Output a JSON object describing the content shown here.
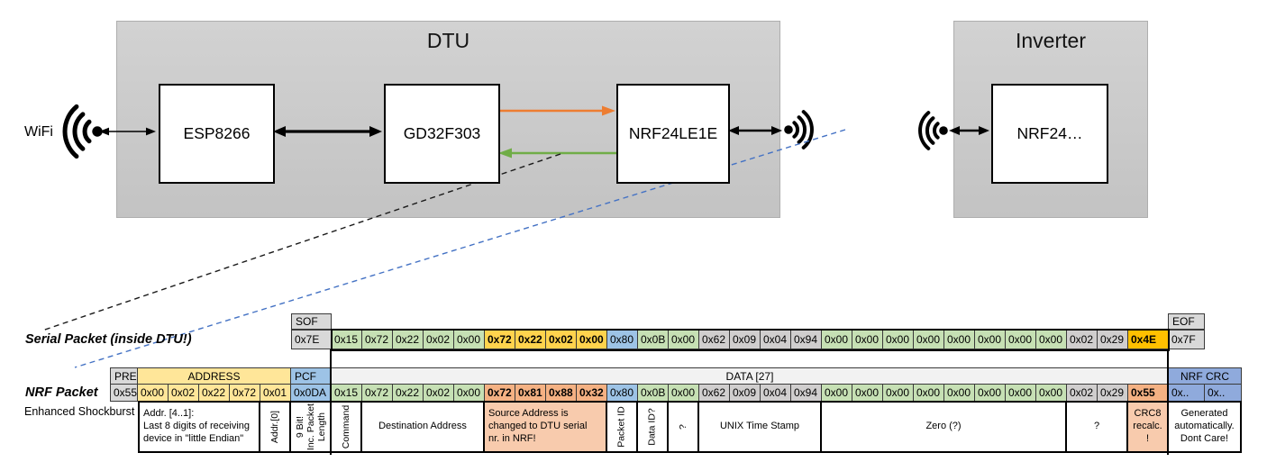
{
  "diagram": {
    "wifi_label": "WiFi",
    "dtu": {
      "title": "DTU",
      "components": [
        "ESP8266",
        "GD32F303",
        "NRF24LE1E"
      ]
    },
    "inverter": {
      "title": "Inverter",
      "components": [
        "NRF24…"
      ]
    },
    "colors": {
      "orange_arrow": "#ED7D31",
      "green_arrow": "#70AD47",
      "blue_dashed": "#4472C4"
    }
  },
  "serial_packet": {
    "label": "Serial Packet (inside DTU!)",
    "sof": {
      "header": "SOF",
      "value": "0x7E"
    },
    "eof": {
      "header": "EOF",
      "value": "0x7F"
    },
    "data": [
      {
        "v": "0x15",
        "c": "green"
      },
      {
        "v": "0x72",
        "c": "green"
      },
      {
        "v": "0x22",
        "c": "green"
      },
      {
        "v": "0x02",
        "c": "green"
      },
      {
        "v": "0x00",
        "c": "green"
      },
      {
        "v": "0x72",
        "c": "gold"
      },
      {
        "v": "0x22",
        "c": "gold"
      },
      {
        "v": "0x02",
        "c": "gold"
      },
      {
        "v": "0x00",
        "c": "gold"
      },
      {
        "v": "0x80",
        "c": "blue"
      },
      {
        "v": "0x0B",
        "c": "green"
      },
      {
        "v": "0x00",
        "c": "green"
      },
      {
        "v": "0x62",
        "c": "gray"
      },
      {
        "v": "0x09",
        "c": "gray"
      },
      {
        "v": "0x04",
        "c": "gray"
      },
      {
        "v": "0x94",
        "c": "gray"
      },
      {
        "v": "0x00",
        "c": "green"
      },
      {
        "v": "0x00",
        "c": "green"
      },
      {
        "v": "0x00",
        "c": "green"
      },
      {
        "v": "0x00",
        "c": "green"
      },
      {
        "v": "0x00",
        "c": "green"
      },
      {
        "v": "0x00",
        "c": "green"
      },
      {
        "v": "0x00",
        "c": "green"
      },
      {
        "v": "0x00",
        "c": "green"
      },
      {
        "v": "0x02",
        "c": "gray"
      },
      {
        "v": "0x29",
        "c": "gray"
      },
      {
        "v": "0x4E",
        "c": "orange"
      }
    ]
  },
  "nrf_packet": {
    "label": "NRF Packet",
    "sublabel": "Enhanced Shockburst",
    "pre": {
      "header": "PRE",
      "value": "0x55"
    },
    "address": {
      "header": "ADDRESS",
      "values": [
        "0x00",
        "0x02",
        "0x22",
        "0x72",
        "0x01"
      ]
    },
    "pcf": {
      "header": "PCF",
      "value": "0x0DA"
    },
    "data_header": "DATA [27]",
    "crc": {
      "header": "NRF CRC",
      "values": [
        "0x..",
        "0x.."
      ]
    },
    "data": [
      {
        "v": "0x15",
        "c": "green"
      },
      {
        "v": "0x72",
        "c": "green"
      },
      {
        "v": "0x22",
        "c": "green"
      },
      {
        "v": "0x02",
        "c": "green"
      },
      {
        "v": "0x00",
        "c": "green"
      },
      {
        "v": "0x72",
        "c": "salmon"
      },
      {
        "v": "0x81",
        "c": "salmon"
      },
      {
        "v": "0x88",
        "c": "salmon"
      },
      {
        "v": "0x32",
        "c": "salmon"
      },
      {
        "v": "0x80",
        "c": "blue"
      },
      {
        "v": "0x0B",
        "c": "green"
      },
      {
        "v": "0x00",
        "c": "green"
      },
      {
        "v": "0x62",
        "c": "gray"
      },
      {
        "v": "0x09",
        "c": "gray"
      },
      {
        "v": "0x04",
        "c": "gray"
      },
      {
        "v": "0x94",
        "c": "gray"
      },
      {
        "v": "0x00",
        "c": "green"
      },
      {
        "v": "0x00",
        "c": "green"
      },
      {
        "v": "0x00",
        "c": "green"
      },
      {
        "v": "0x00",
        "c": "green"
      },
      {
        "v": "0x00",
        "c": "green"
      },
      {
        "v": "0x00",
        "c": "green"
      },
      {
        "v": "0x00",
        "c": "green"
      },
      {
        "v": "0x00",
        "c": "green"
      },
      {
        "v": "0x02",
        "c": "gray"
      },
      {
        "v": "0x29",
        "c": "gray"
      },
      {
        "v": "0x55",
        "c": "salmon"
      }
    ],
    "annotations": [
      {
        "text": "Addr. [4..1]:\nLast 8 digits of receiving\ndevice in \"little Endian\"",
        "align": "left"
      },
      {
        "text": "Addr.[0]",
        "rot": true
      },
      {
        "text": "9 Bit!\nInc. Packet\nLength",
        "rot": true
      },
      {
        "text": "Command",
        "rot": true
      },
      {
        "text": "Destination Address"
      },
      {
        "text": "Source Address is\nchanged to DTU serial\nnr. in NRF!",
        "bg": "salmon",
        "align": "left"
      },
      {
        "text": "Packet ID",
        "rot": true
      },
      {
        "text": "Data ID?",
        "rot": true
      },
      {
        "text": "?",
        "rot": true
      },
      {
        "text": "UNIX Time Stamp"
      },
      {
        "text": "Zero (?)"
      },
      {
        "text": "?"
      },
      {
        "text": "CRC8\nrecalc.\n!",
        "bg": "salmon"
      },
      {
        "text": "Generated\nautomatically.\nDont Care!"
      }
    ]
  }
}
